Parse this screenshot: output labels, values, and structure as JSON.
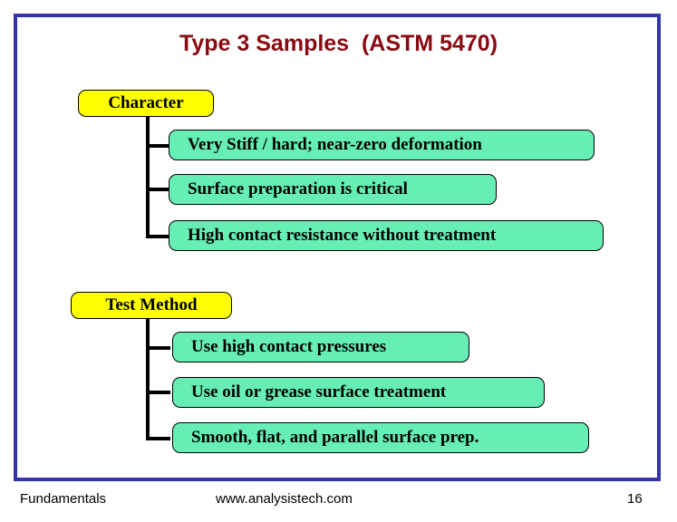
{
  "slide": {
    "title": "Type 3 Samples  (ASTM 5470)",
    "title_color": "#8a0a12",
    "frame_color": "#3333aa",
    "background": "#ffffff"
  },
  "groups": [
    {
      "heading": "Character",
      "heading_color": "#ffff00",
      "items": [
        {
          "label": "Very Stiff / hard; near-zero deformation",
          "color": "#66eeb4"
        },
        {
          "label": "Surface preparation is critical",
          "color": "#66eeb4"
        },
        {
          "label": "High contact resistance without treatment",
          "color": "#66eeb4"
        }
      ]
    },
    {
      "heading": "Test Method",
      "heading_color": "#ffff00",
      "items": [
        {
          "label": "Use high contact pressures",
          "color": "#66eeb4"
        },
        {
          "label": "Use oil or grease surface treatment",
          "color": "#66eeb4"
        },
        {
          "label": "Smooth, flat, and parallel surface prep.",
          "color": "#66eeb4"
        }
      ]
    }
  ],
  "footer": {
    "left": "Fundamentals",
    "center": "www.analysistech.com",
    "page_number": "16"
  }
}
